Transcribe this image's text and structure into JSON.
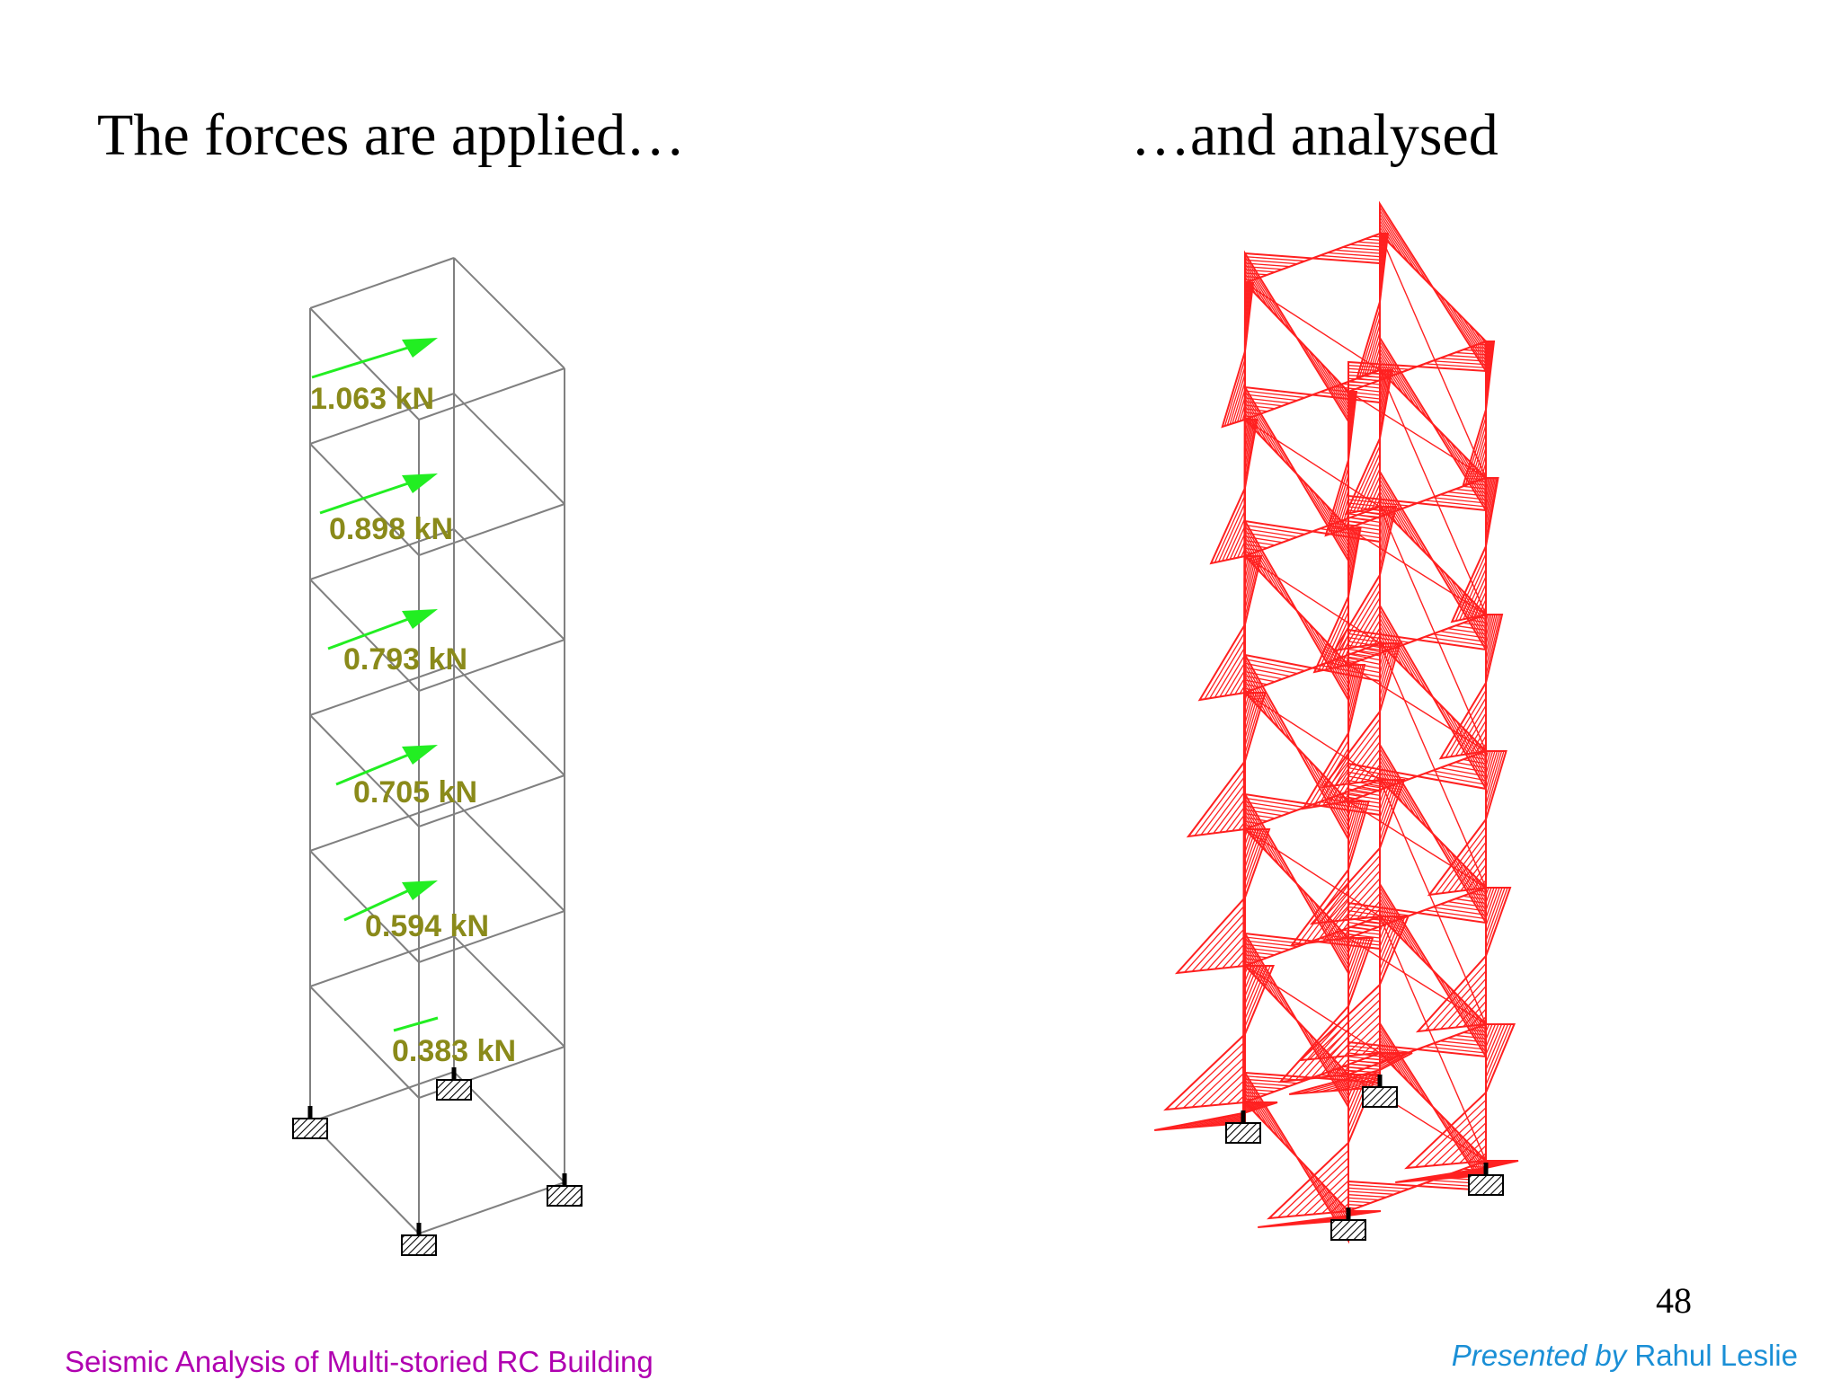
{
  "slide": {
    "heading_left": "The forces are applied…",
    "heading_right": "…and analysed",
    "page_number": "48",
    "footer_left": "Seismic Analysis of Multi-storied RC Building",
    "footer_right_prefix": "Presented by",
    "footer_right_name": "Rahul Leslie"
  },
  "left_model": {
    "force_labels": [
      "1.063 kN",
      "0.898 kN",
      "0.793 kN",
      "0.705 kN",
      "0.594 kN",
      "0.383 kN"
    ],
    "frame_color": "#808080",
    "arrow_color": "#22ee22",
    "label_color": "#8a8a1a"
  },
  "right_model": {
    "diagram_color": "#ff2020"
  },
  "colors": {
    "footer_left": "#b000b0",
    "footer_right": "#1a8fd6"
  },
  "icons": {
    "support": "fixed-support-icon"
  }
}
